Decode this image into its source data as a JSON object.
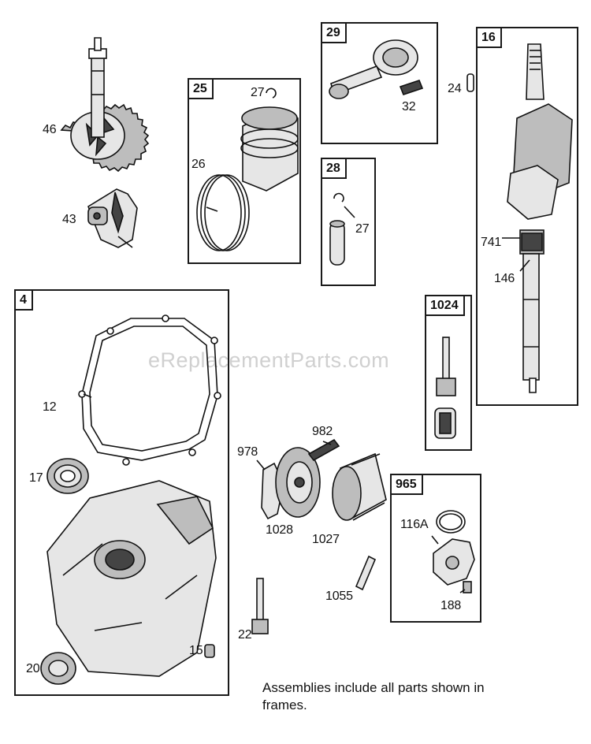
{
  "watermark": "eReplacementParts.com",
  "footnote": "Assemblies include all parts shown in frames.",
  "frames": {
    "f4": "4",
    "f25": "25",
    "f29": "29",
    "f28": "28",
    "f16": "16",
    "f1024": "1024",
    "f965": "965"
  },
  "callouts": {
    "c46": "46",
    "c43": "43",
    "c27a": "27",
    "c26": "26",
    "c32": "32",
    "c27b": "27",
    "c24": "24",
    "c741": "741",
    "c146": "146",
    "c12": "12",
    "c17": "17",
    "c15": "15",
    "c20": "20",
    "c978": "978",
    "c982": "982",
    "c1028": "1028",
    "c1027": "1027",
    "c1055": "1055",
    "c22": "22",
    "c116A": "116A",
    "c188": "188"
  }
}
